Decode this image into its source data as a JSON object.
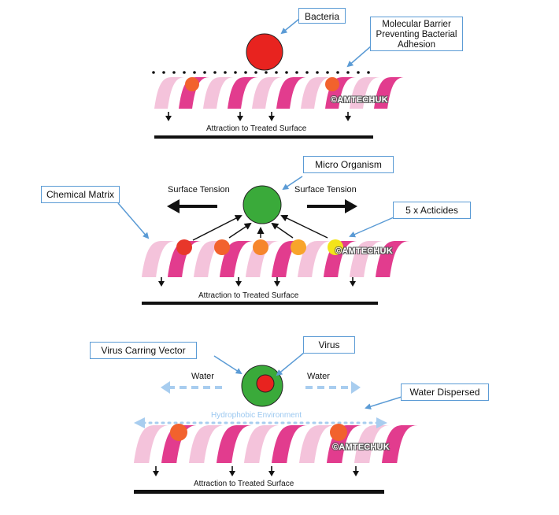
{
  "panels": {
    "top": {
      "callout_bacteria": "Bacteria",
      "callout_barrier": "Molecular Barrier Preventing Bacterial Adhesion",
      "surface_label": "Attraction to Treated Surface",
      "watermark": "©AMTECHUK"
    },
    "middle": {
      "callout_micro": "Micro Organism",
      "callout_matrix": "Chemical Matrix",
      "callout_acticides": "5 x Acticides",
      "tension_left": "Surface Tension",
      "tension_right": "Surface Tension",
      "surface_label": "Attraction to Treated Surface",
      "watermark": "©AMTECHUK"
    },
    "bottom": {
      "callout_vector": "Virus Carring Vector",
      "callout_virus": "Virus",
      "callout_dispersed": "Water Dispersed",
      "water_left": "Water",
      "water_right": "Water",
      "hydrophobic": "Hydrophobic Environment",
      "surface_label": "Attraction to Treated Surface",
      "watermark": "©AMTECHUK"
    }
  },
  "colors": {
    "helix_strong": "#e23c8e",
    "helix_light": "#f4c3db",
    "bacteria": "#e8231f",
    "micro_organism": "#3aaa3a",
    "callout_border": "#5b9bd5",
    "water_arrow": "#a8cdef",
    "acticides": [
      "#e8372a",
      "#f2622d",
      "#f6862c",
      "#f8a42b",
      "#f3e41a"
    ]
  }
}
